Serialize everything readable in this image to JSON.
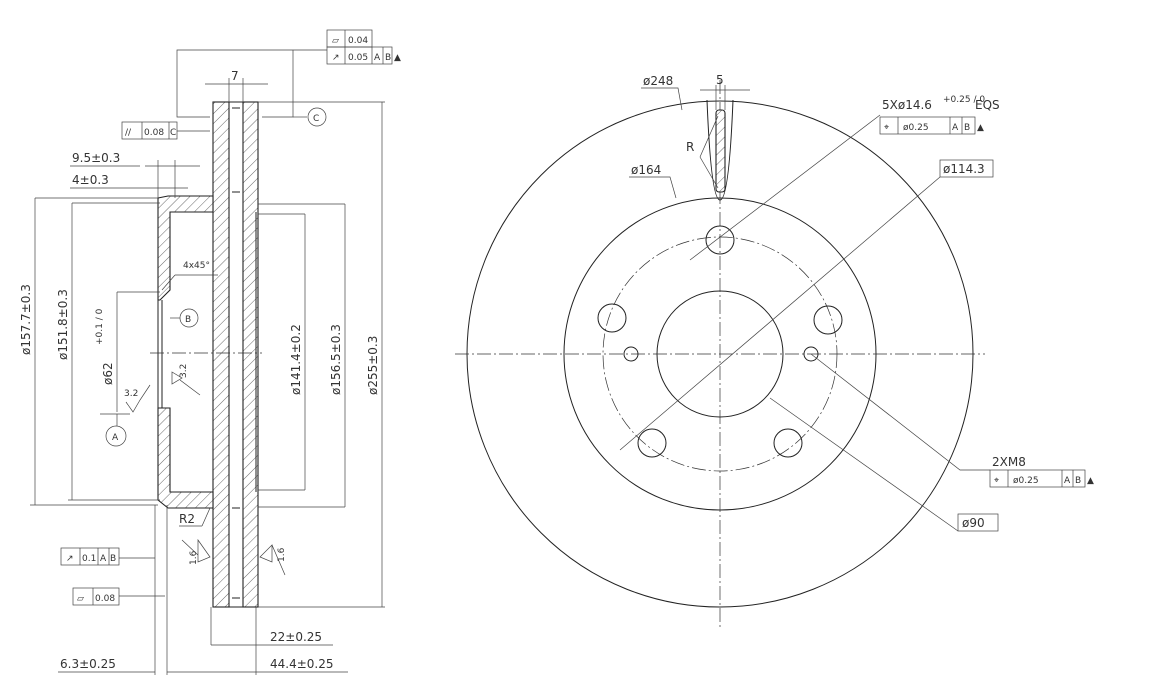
{
  "side_view": {
    "flatness_top": "0.04",
    "runout_top": "0.05",
    "datum_a": "A",
    "datum_b": "B",
    "datum_c": "C",
    "width_7": "7",
    "parallel_tol": "0.08",
    "dim_9_5": "9.5±0.3",
    "dim_4": "4±0.3",
    "chamfer": "4x45°",
    "dia_157_7": "ø157.7±0.3",
    "dia_151_8": "ø151.8±0.3",
    "dia_62": "ø62",
    "dia_62_tol": "+0.1 / 0",
    "dia_141_4": "ø141.4±0.2",
    "dia_156_5": "ø156.5±0.3",
    "dia_255": "ø255±0.3",
    "rough_3_2": "3.2",
    "radius_r2": "R2",
    "rough_1_6": "1.6",
    "runout_bottom": "0.1",
    "flatness_bottom": "0.08",
    "dim_22": "22±0.25",
    "dim_6_3": "6.3±0.25",
    "dim_44_4": "44.4±0.25"
  },
  "front_view": {
    "dia_248": "ø248",
    "width_5": "5",
    "radius_r": "R",
    "dia_164": "ø164",
    "holes_label": "5Xø14.6",
    "holes_tol": "+0.25 / 0",
    "holes_eqs": "EQS",
    "position_tol": "ø0.25",
    "dia_114_3": "ø114.3",
    "threads_label": "2XM8",
    "dia_90": "ø90"
  }
}
